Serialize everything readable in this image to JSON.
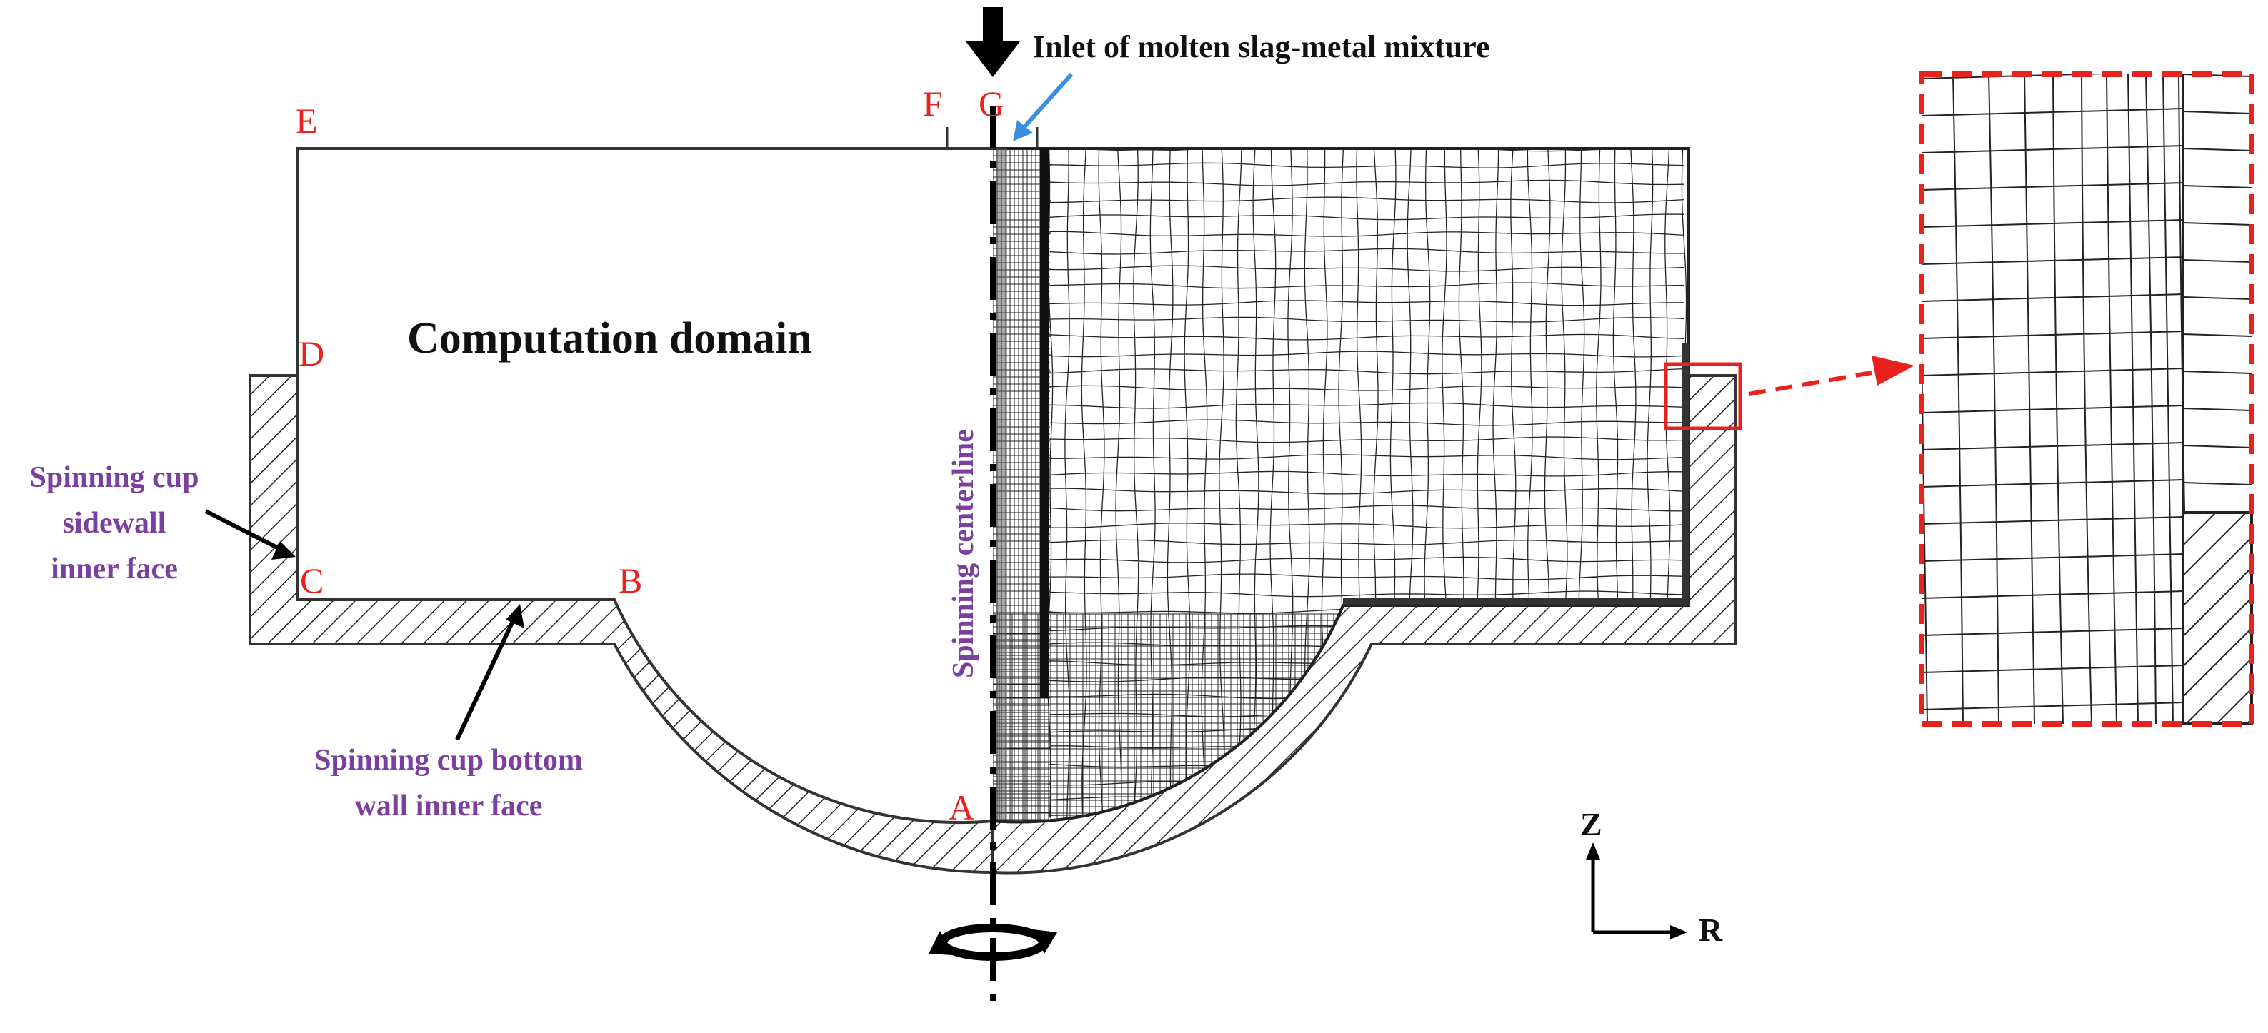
{
  "points": {
    "A": "A",
    "B": "B",
    "C": "C",
    "D": "D",
    "E": "E",
    "F": "F",
    "G": "G"
  },
  "labels": {
    "inlet": "Inlet of molten slag-metal mixture",
    "domain": "Computation domain",
    "centerline": "Spinning centerline",
    "sidewall_line1": "Spinning cup",
    "sidewall_line2": "sidewall",
    "sidewall_line3": "inner face",
    "bottom_line1": "Spinning cup bottom",
    "bottom_line2": "wall inner face"
  },
  "axes": {
    "vertical": "Z",
    "horizontal": "R"
  },
  "colors": {
    "point_labels": "#e8221e",
    "annotations": "#7b3fa0",
    "inlet_arrow": "#3b8fe0",
    "zoom_box": "#e8221e",
    "mesh": "#222222",
    "outline": "#333333"
  },
  "icons": {
    "rotation": "rotation-arrow-icon",
    "inflow": "down-arrow-icon"
  }
}
